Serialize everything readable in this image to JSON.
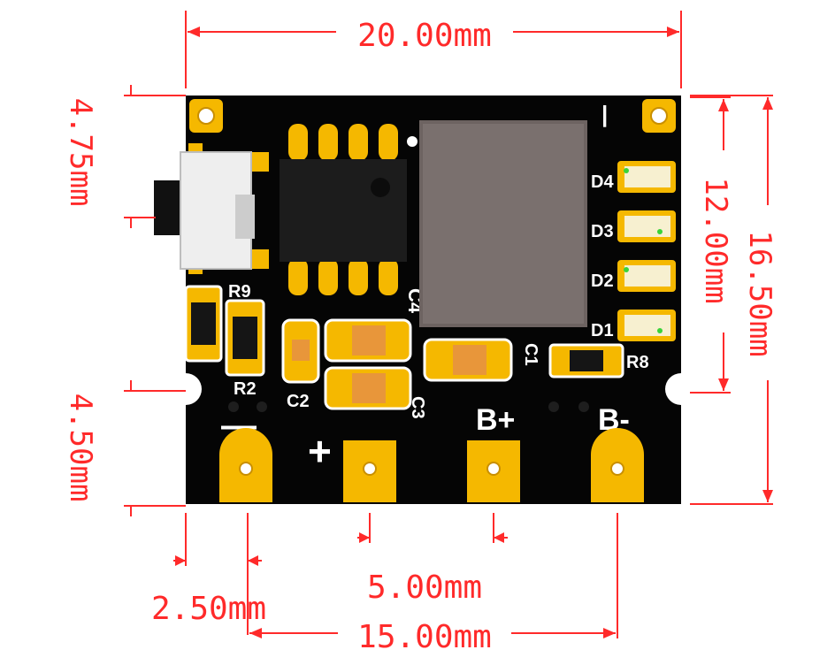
{
  "dimensions": {
    "width_top": "20.00mm",
    "offset_left_top": "4.75mm",
    "pad_span": "12.00mm",
    "height_total": "16.50mm",
    "offset_left_bottom": "4.50mm",
    "pitch_small": "2.50mm",
    "pitch_pad": "5.00mm",
    "span_pads": "15.00mm"
  },
  "silkscreen": {
    "r9": "R9",
    "r2": "R2",
    "c2": "C2",
    "c3": "C3",
    "c4": "C4",
    "c1": "C1",
    "r8": "R8",
    "d4": "D4",
    "d3": "D3",
    "d2": "D2",
    "d1": "D1",
    "minus": "—",
    "plus": "+",
    "b_plus": "B+",
    "b_minus": "B-",
    "top_right_mark": "|"
  },
  "colors": {
    "board": "#050505",
    "gold": "#f5b800",
    "dimension": "#ff2a2a",
    "chip": "#1a1a1a",
    "inductor": "#6d6361",
    "capacitor": "#e8963a",
    "led": "#f7f0d0",
    "led_dot": "#3ad43a"
  }
}
